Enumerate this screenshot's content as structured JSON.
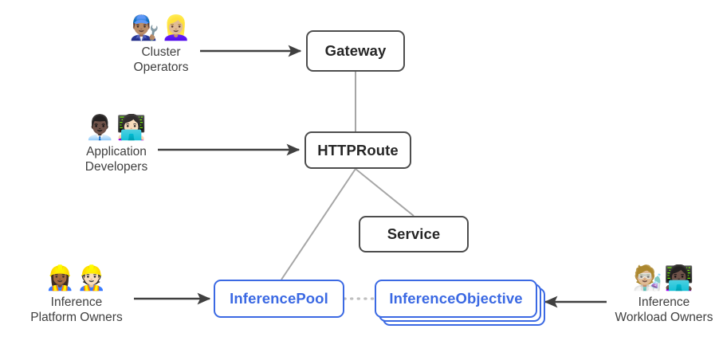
{
  "diagram": {
    "title": "Gateway API Inference Extension resource model",
    "colors": {
      "box_border_dark": "#4d4d4d",
      "box_border_blue": "#3b69e3",
      "box_text_dark": "#262626",
      "box_text_blue": "#3b69e3",
      "connector_gray": "#a6a6a6",
      "arrow_dark": "#404040",
      "dotted_gray": "#bfbfbf",
      "background": "#ffffff"
    },
    "nodes": [
      {
        "id": "gateway",
        "label": "Gateway",
        "style": "dark"
      },
      {
        "id": "httproute",
        "label": "HTTPRoute",
        "style": "dark"
      },
      {
        "id": "service",
        "label": "Service",
        "style": "dark"
      },
      {
        "id": "inferencepool",
        "label": "InferencePool",
        "style": "blue"
      },
      {
        "id": "inferenceobjective",
        "label": "InferenceObjective",
        "style": "blue",
        "stacked": true,
        "stack_count": 3
      }
    ],
    "personas": [
      {
        "id": "cluster-operators",
        "emoji": "👨🏽‍🔧👱🏼‍♀️",
        "emoji_names": [
          "man-mechanic-icon",
          "woman-mechanic-icon"
        ],
        "name": "Cluster\nOperators",
        "targets": "gateway"
      },
      {
        "id": "application-developers",
        "emoji": "👨🏿‍💼👩🏻‍💻",
        "emoji_names": [
          "man-office-worker-icon",
          "woman-technologist-icon"
        ],
        "name": "Application\nDevelopers",
        "targets": "httproute"
      },
      {
        "id": "inference-platform-owners",
        "emoji": "👷🏾‍♀️👷🏻",
        "emoji_names": [
          "woman-construction-worker-icon",
          "man-construction-worker-icon"
        ],
        "name": "Inference\nPlatform Owners",
        "targets": "inferencepool"
      },
      {
        "id": "inference-workload-owners",
        "emoji": "🧑🏼‍🔬👩🏿‍💻",
        "emoji_names": [
          "scientist-icon",
          "woman-technologist-icon"
        ],
        "name": "Inference\nWorkload Owners",
        "targets": "inferenceobjective"
      }
    ],
    "connectors": [
      {
        "id": "gateway-to-httproute",
        "from": "gateway",
        "to": "httproute",
        "kind": "solid-gray"
      },
      {
        "id": "httproute-to-inferencepool",
        "from": "httproute",
        "to": "inferencepool",
        "kind": "solid-gray"
      },
      {
        "id": "httproute-to-service",
        "from": "httproute",
        "to": "service",
        "kind": "solid-gray"
      },
      {
        "id": "inferencepool-to-inferenceobjective",
        "from": "inferencepool",
        "to": "inferenceobjective",
        "kind": "dotted-gray"
      }
    ]
  }
}
